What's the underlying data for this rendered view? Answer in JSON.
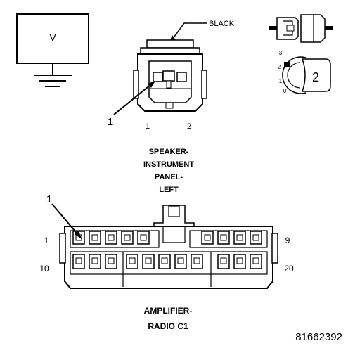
{
  "voltmeter": {
    "symbol": "V"
  },
  "speaker_connector": {
    "color_label": "BLACK",
    "callout": "1",
    "pin_labels": [
      "1",
      "2"
    ],
    "title_lines": [
      "SPEAKER-",
      "INSTRUMENT",
      "PANEL-",
      "LEFT"
    ]
  },
  "legend": {
    "position_labels": [
      "3",
      "2",
      "1",
      "0"
    ],
    "key_label": "2"
  },
  "amplifier_connector": {
    "callout": "1",
    "row_labels": {
      "top_left": "1",
      "top_right": "9",
      "bottom_left": "10",
      "bottom_right": "20"
    },
    "title_lines": [
      "AMPLIFIER-",
      "RADIO C1"
    ]
  },
  "figure_number": "81662392"
}
